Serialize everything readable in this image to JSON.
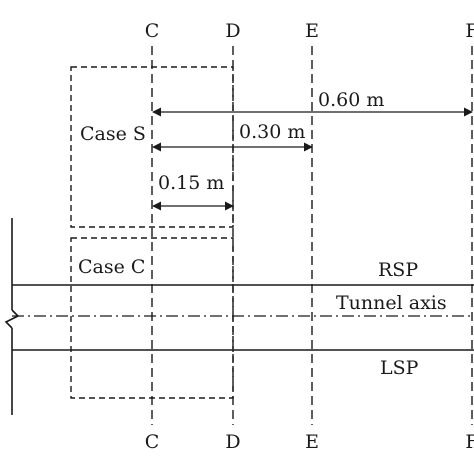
{
  "section_labels": {
    "top": [
      "C",
      "D",
      "E",
      "F"
    ],
    "bottom": [
      "C",
      "D",
      "E",
      "F"
    ]
  },
  "dimensions": [
    {
      "label": "0.60 m"
    },
    {
      "label": "0.30 m"
    },
    {
      "label": "0.15 m"
    }
  ],
  "cases": {
    "s": "Case S",
    "c": "Case C"
  },
  "tunnel": {
    "rsp": "RSP",
    "axis": "Tunnel axis",
    "lsp": "LSP"
  }
}
